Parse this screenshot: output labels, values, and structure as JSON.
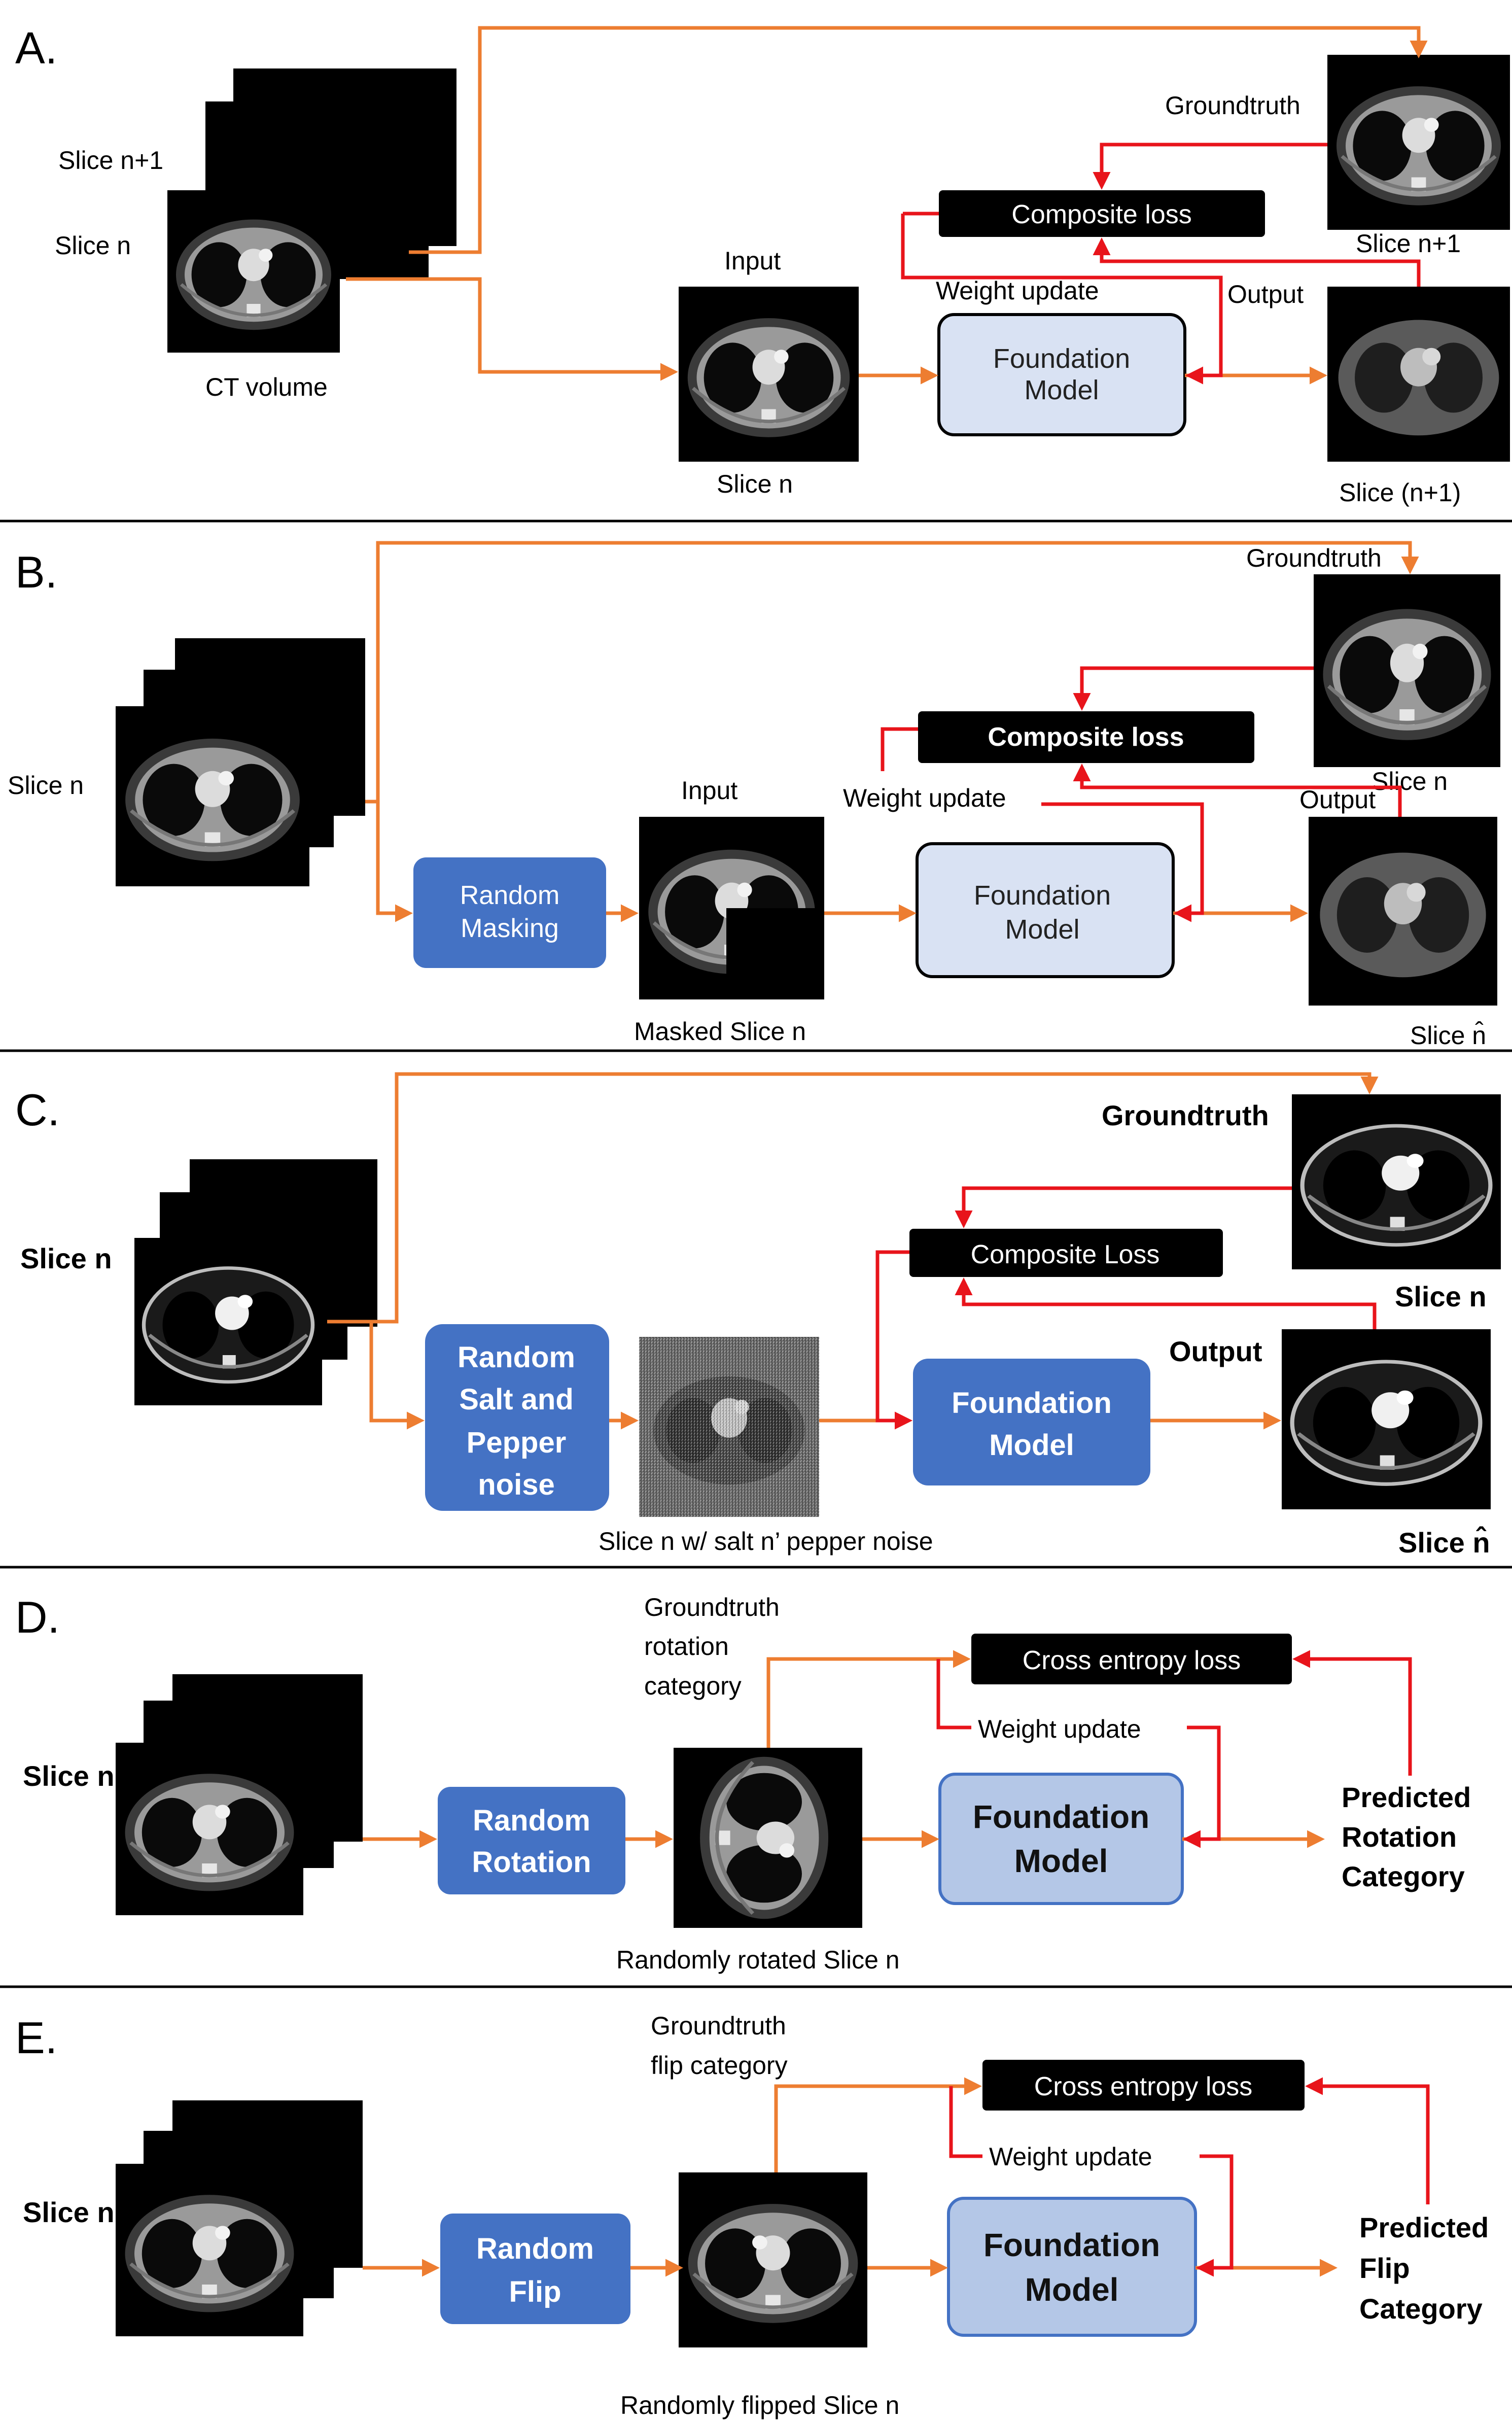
{
  "colors": {
    "orange": "#ED7D31",
    "red": "#E8141B",
    "blue_box": "#4472C4",
    "light_box": "#D9E2F3",
    "loss_box": "#000000"
  },
  "panel_a": {
    "letter": "A.",
    "slice_n1_label": "Slice n+1",
    "slice_n_label": "Slice n",
    "volume_label": "CT volume",
    "input_label": "Input",
    "input_caption": "Slice n",
    "groundtruth_label": "Groundtruth",
    "groundtruth_caption": "Slice n+1",
    "loss_label": "Composite loss",
    "weight_update_label": "Weight update",
    "output_label": "Output",
    "model_line1": "Foundation",
    "model_line2": "Model",
    "output_caption": "Slice (n+1)"
  },
  "panel_b": {
    "letter": "B.",
    "slice_label": "Slice n",
    "groundtruth_label": "Groundtruth",
    "groundtruth_caption": "Slice n",
    "loss_label": "Composite loss",
    "weight_update_label": "Weight update",
    "input_label": "Input",
    "output_label": "Output",
    "aug_line1": "Random",
    "aug_line2": "Masking",
    "model_line1": "Foundation",
    "model_line2": "Model",
    "input_caption": "Masked Slice n",
    "output_caption": "Slice n̂"
  },
  "panel_c": {
    "letter": "C.",
    "slice_label": "Slice n",
    "groundtruth_label": "Groundtruth",
    "groundtruth_caption": "Slice n",
    "loss_label": "Composite Loss",
    "output_label": "Output",
    "aug_line1": "Random",
    "aug_line2": "Salt and",
    "aug_line3": "Pepper",
    "aug_line4": "noise",
    "model_line1": "Foundation",
    "model_line2": "Model",
    "input_caption": "Slice n w/ salt n’ pepper noise",
    "output_caption": "Slice n̂"
  },
  "panel_d": {
    "letter": "D.",
    "slice_label": "Slice n",
    "gt_line1": "Groundtruth",
    "gt_line2": "rotation",
    "gt_line3": "category",
    "loss_label": "Cross entropy loss",
    "weight_update_label": "Weight update",
    "aug_line1": "Random",
    "aug_line2": "Rotation",
    "model_line1": "Foundation",
    "model_line2": "Model",
    "pred_line1": "Predicted",
    "pred_line2": "Rotation",
    "pred_line3": "Category",
    "input_caption": "Randomly rotated Slice n"
  },
  "panel_e": {
    "letter": "E.",
    "slice_label": "Slice n",
    "gt_line1": "Groundtruth",
    "gt_line2": "flip category",
    "loss_label": "Cross entropy loss",
    "weight_update_label": "Weight update",
    "aug_line1": "Random",
    "aug_line2": "Flip",
    "model_line1": "Foundation",
    "model_line2": "Model",
    "pred_line1": "Predicted",
    "pred_line2": "Flip",
    "pred_line3": "Category",
    "input_caption": "Randomly flipped Slice n"
  }
}
